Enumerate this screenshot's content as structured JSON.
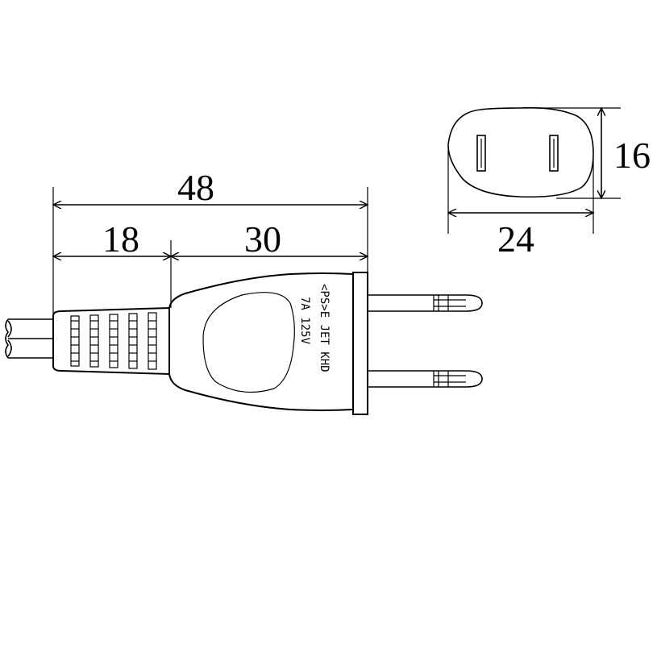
{
  "dimensions": {
    "total_length": "48",
    "cord_section": "18",
    "plug_section": "30",
    "face_height": "16",
    "face_width": "24"
  },
  "marking": {
    "line1": "<PS>E JET KHD",
    "line2": "7A 125V"
  }
}
